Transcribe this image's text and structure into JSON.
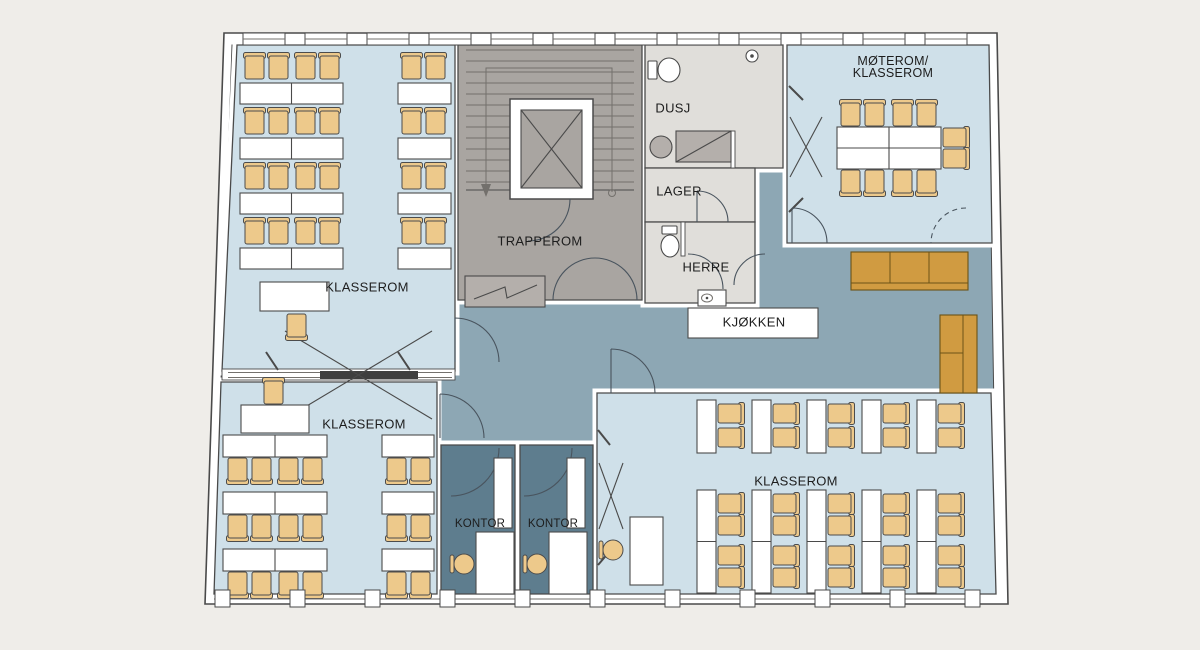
{
  "colors": {
    "background": "#efede9",
    "wall": "#ffffff",
    "wall_line": "#4a4a4a",
    "corridor_floor": "#8da7b4",
    "room_floor_blue": "#cfe0e9",
    "office_floor": "#5e7d8e",
    "stairwell_floor": "#a9a5a1",
    "utility_floor": "#e0deda",
    "furniture_chair": "#edc98b",
    "sofa": "#d09b41",
    "desk": "#ffffff"
  },
  "rooms": {
    "classroom_top_left": {
      "label": "KLASSEROM"
    },
    "classroom_bottom_left": {
      "label": "KLASSEROM"
    },
    "classroom_right": {
      "label": "KLASSEROM"
    },
    "stairwell": {
      "label": "TRAPPEROM"
    },
    "shower_room": {
      "label": "DUSJ"
    },
    "storage": {
      "label": "LAGER"
    },
    "mens_wc": {
      "label": "HERRE"
    },
    "kitchen": {
      "label": "KJØKKEN"
    },
    "meeting_room": {
      "label_line1": "MØTEROM/",
      "label_line2": "KLASSEROM"
    },
    "office_1": {
      "label": "KONTOR"
    },
    "office_2": {
      "label": "KONTOR"
    }
  }
}
